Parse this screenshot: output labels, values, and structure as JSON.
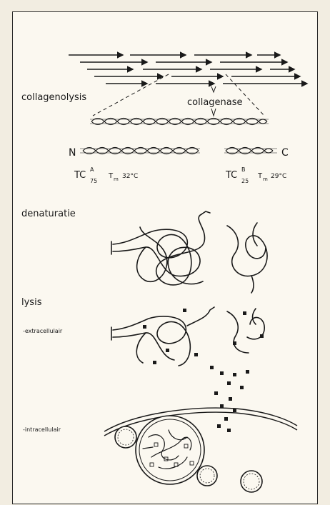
{
  "labels": {
    "collagenolysis": "collagenolysis",
    "collagenase": "collagenase",
    "n_term": "N",
    "c_term": "C",
    "fragA_main": "TC",
    "fragA_sup": "A",
    "fragA_sub": "75",
    "fragA_tm": "T",
    "fragA_tm_sub": "m",
    "fragA_temp": "32°C",
    "fragB_main": "TC",
    "fragB_sup": "B",
    "fragB_sub": "25",
    "fragB_tm": "T",
    "fragB_tm_sub": "m",
    "fragB_temp": "29°C",
    "denaturatie": "denaturatie",
    "lysis": "lysis",
    "extracellulair": "-extracellulair",
    "intracellulair": "-intracellulair"
  },
  "colors": {
    "ink": "#1a1a1a",
    "paper": "#fbf8f0",
    "background": "#f2ede1"
  }
}
